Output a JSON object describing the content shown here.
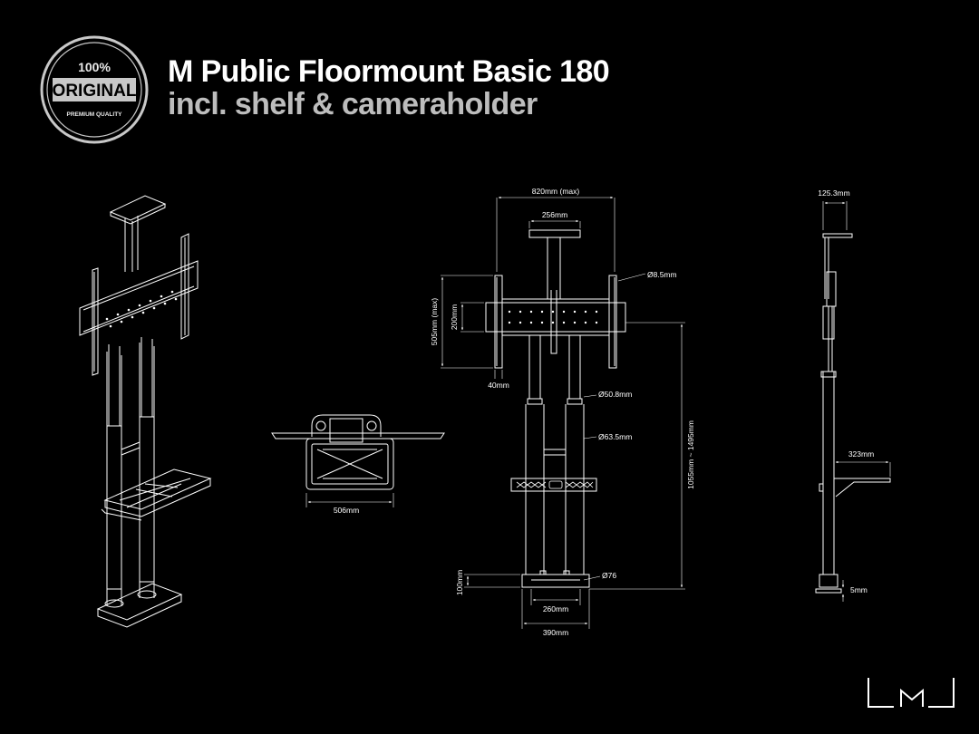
{
  "header": {
    "title": "M Public Floormount Basic 180",
    "subtitle": "incl. shelf & cameraholder"
  },
  "badge": {
    "top": "100%",
    "main": "ORIGINAL",
    "bottom": "PREMIUM QUALITY"
  },
  "dimensions": {
    "width_max": "820mm (max)",
    "camera_width": "256mm",
    "hole_diameter": "Ø8.5mm",
    "height_max": "505mm (max)",
    "height_200": "200mm",
    "bracket_40": "40mm",
    "pipe_upper": "Ø50.8mm",
    "pipe_lower": "Ø63.5mm",
    "height_range": "1055mm ~ 1495mm",
    "base_pipe": "Ø76",
    "base_height": "100mm",
    "base_260": "260mm",
    "base_390": "390mm",
    "shelf_width": "506mm",
    "camera_depth": "125.3mm",
    "shelf_depth": "323mm",
    "base_thickness": "5mm"
  },
  "brand": {
    "logo_name": "LMU logo"
  },
  "colors": {
    "background": "#000000",
    "line": "#ffffff",
    "subtitle": "#bdbdbd"
  }
}
